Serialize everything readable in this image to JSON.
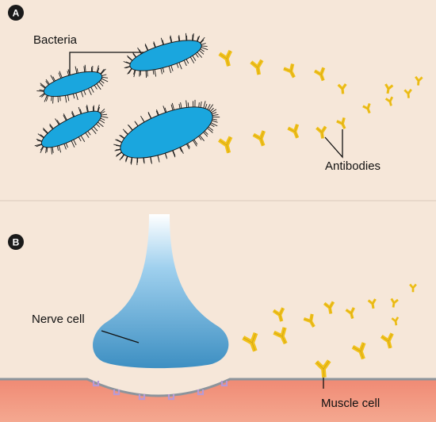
{
  "panels": [
    {
      "badge": "A",
      "labels": {
        "bacteria": "Bacteria",
        "antibodies": "Antibodies"
      }
    },
    {
      "badge": "B",
      "labels": {
        "nerve_cell": "Nerve cell",
        "muscle_cell": "Muscle cell"
      }
    }
  ],
  "colors": {
    "background": "#f6e7d9",
    "bacteria": "#1aa6de",
    "antibody": "#f2c21a",
    "nerve_cell": "#4d9fcf",
    "muscle_cell": "#ec7a67",
    "receptor": "#b79ad6"
  }
}
